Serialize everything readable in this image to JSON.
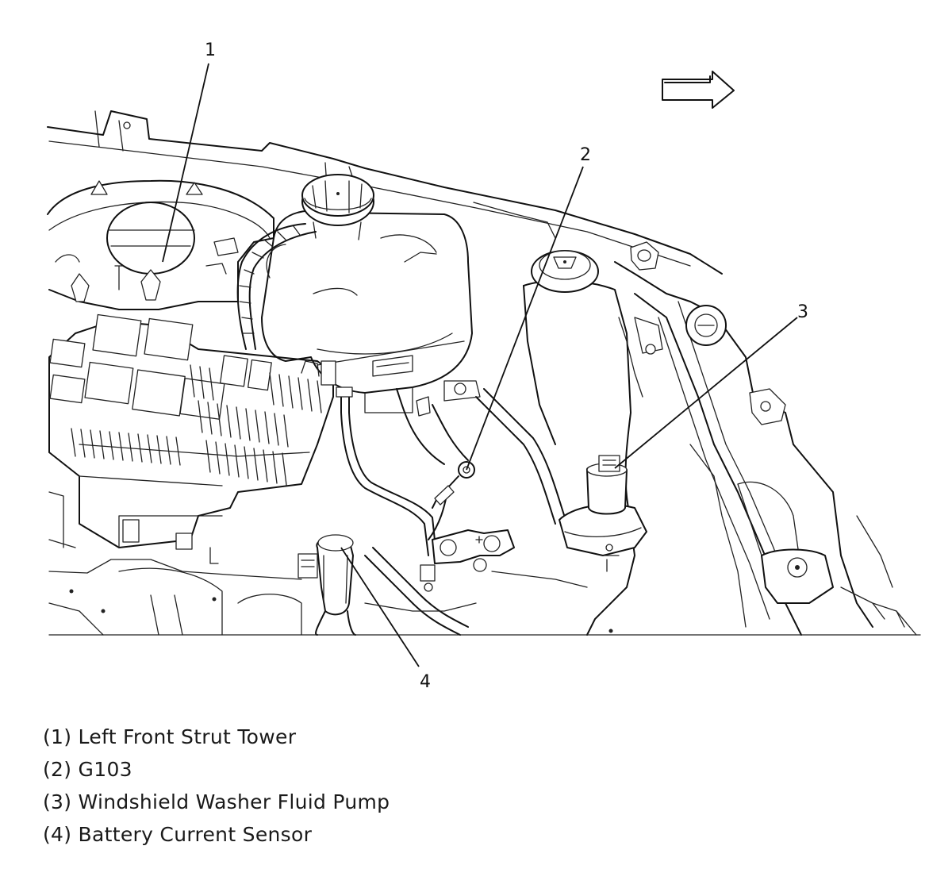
{
  "callouts": [
    {
      "number": "1",
      "label": "Left Front Strut Tower"
    },
    {
      "number": "2",
      "label": "G103"
    },
    {
      "number": "3",
      "label": "Windshield Washer Fluid Pump"
    },
    {
      "number": "4",
      "label": "Battery Current Sensor"
    }
  ],
  "legend": [
    "(1) Left Front Strut Tower",
    "(2) G103",
    "(3) Windshield Washer Fluid Pump",
    "(4) Battery Current Sensor"
  ],
  "icons": {
    "direction_arrow": "arrow-right-icon"
  }
}
